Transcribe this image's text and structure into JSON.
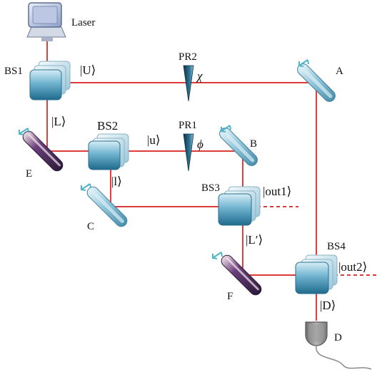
{
  "labels": {
    "laser": "Laser",
    "bs1": "BS1",
    "bs2": "BS2",
    "bs3": "BS3",
    "bs4": "BS4",
    "pr1": "PR1",
    "pr2": "PR2",
    "phase_phi": "ϕ",
    "phase_chi": "χ",
    "mirror_a": "A",
    "mirror_b": "B",
    "mirror_c": "C",
    "mirror_e": "E",
    "mirror_f": "F",
    "detector_d": "D",
    "ket_U": "|U⟩",
    "ket_L": "|L⟩",
    "ket_u": "|u⟩",
    "ket_l": "|l⟩",
    "ket_Lp": "|L′⟩",
    "ket_out1": "|out1⟩",
    "ket_out2": "|out2⟩",
    "ket_D": "|D⟩"
  },
  "colors": {
    "beam": "#d42020",
    "bs_face": "#3f8fb3",
    "bs_light": "#b9dbe9",
    "mirror_edge": "#8fc3d6",
    "mirror_back": "#4b2b5e",
    "plate": "#1c4f68",
    "detector": "#8a8a8a"
  }
}
